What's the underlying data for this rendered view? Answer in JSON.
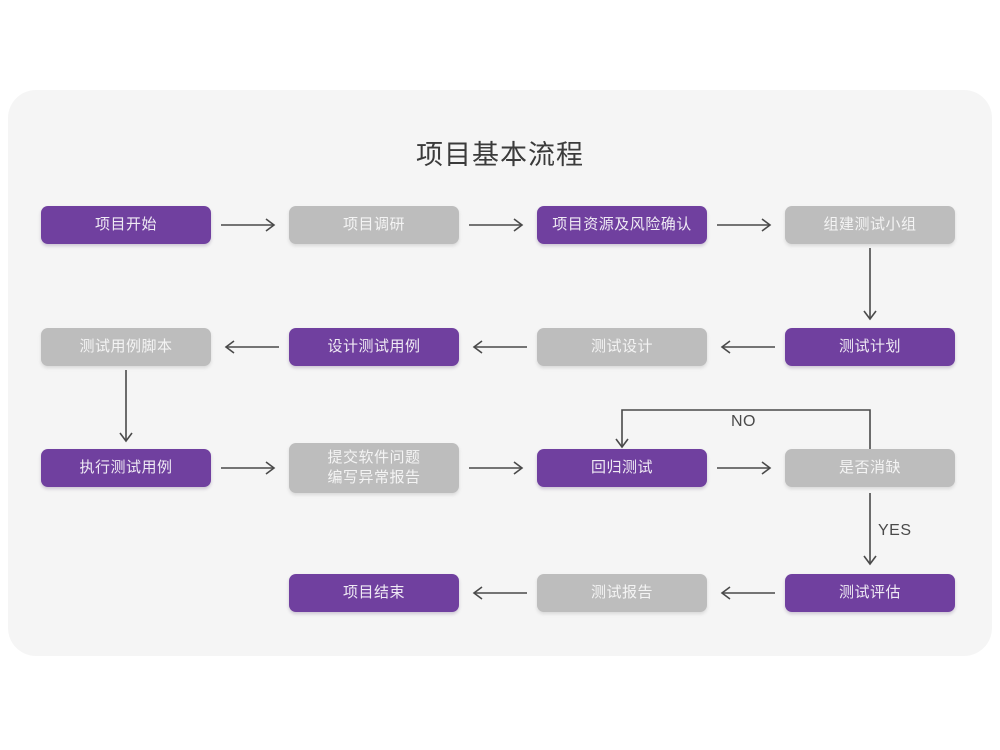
{
  "page": {
    "title": "项目基本流程",
    "background_color": "#ffffff",
    "card_color": "#f5f5f5"
  },
  "palette": {
    "active": "#70409f",
    "inactive": "#bdbdbd",
    "active_text": "#efeaf4",
    "inactive_text": "#f4f4f4",
    "arrow": "#4a4a4a",
    "title_text": "#3b3b3b"
  },
  "flow": {
    "nodes": [
      {
        "id": "n1",
        "label": "项目开始",
        "state": "active",
        "row": 1,
        "col": 1
      },
      {
        "id": "n2",
        "label": "项目调研",
        "state": "inactive",
        "row": 1,
        "col": 2
      },
      {
        "id": "n3",
        "label": "项目资源及风险确认",
        "state": "active",
        "row": 1,
        "col": 3
      },
      {
        "id": "n4",
        "label": "组建测试小组",
        "state": "inactive",
        "row": 1,
        "col": 4
      },
      {
        "id": "n5",
        "label": "测试用例脚本",
        "state": "inactive",
        "row": 2,
        "col": 1
      },
      {
        "id": "n6",
        "label": "设计测试用例",
        "state": "active",
        "row": 2,
        "col": 2
      },
      {
        "id": "n7",
        "label": "测试设计",
        "state": "inactive",
        "row": 2,
        "col": 3
      },
      {
        "id": "n8",
        "label": "测试计划",
        "state": "active",
        "row": 2,
        "col": 4
      },
      {
        "id": "n9",
        "label": "执行测试用例",
        "state": "active",
        "row": 3,
        "col": 1
      },
      {
        "id": "n10",
        "label": "提交软件问题",
        "label2": "编写异常报告",
        "state": "inactive",
        "row": 3,
        "col": 2
      },
      {
        "id": "n11",
        "label": "回归测试",
        "state": "active",
        "row": 3,
        "col": 3
      },
      {
        "id": "n12",
        "label": "是否消缺",
        "state": "inactive",
        "row": 3,
        "col": 4
      },
      {
        "id": "n13",
        "label": "项目结束",
        "state": "active",
        "row": 4,
        "col": 2
      },
      {
        "id": "n14",
        "label": "测试报告",
        "state": "inactive",
        "row": 4,
        "col": 3
      },
      {
        "id": "n15",
        "label": "测试评估",
        "state": "active",
        "row": 4,
        "col": 4
      }
    ],
    "edges": [
      {
        "from": "n1",
        "to": "n2",
        "dir": "right"
      },
      {
        "from": "n2",
        "to": "n3",
        "dir": "right"
      },
      {
        "from": "n3",
        "to": "n4",
        "dir": "right"
      },
      {
        "from": "n4",
        "to": "n8",
        "dir": "down"
      },
      {
        "from": "n8",
        "to": "n7",
        "dir": "left"
      },
      {
        "from": "n7",
        "to": "n6",
        "dir": "left"
      },
      {
        "from": "n6",
        "to": "n5",
        "dir": "left"
      },
      {
        "from": "n5",
        "to": "n9",
        "dir": "down"
      },
      {
        "from": "n9",
        "to": "n10",
        "dir": "right"
      },
      {
        "from": "n10",
        "to": "n11",
        "dir": "right"
      },
      {
        "from": "n11",
        "to": "n12",
        "dir": "right"
      },
      {
        "from": "n12",
        "to": "n11",
        "dir": "loop-up",
        "label": "NO"
      },
      {
        "from": "n12",
        "to": "n15",
        "dir": "down",
        "label": "YES"
      },
      {
        "from": "n15",
        "to": "n14",
        "dir": "left"
      },
      {
        "from": "n14",
        "to": "n13",
        "dir": "left"
      }
    ],
    "labels": {
      "no": "NO",
      "yes": "YES"
    }
  }
}
